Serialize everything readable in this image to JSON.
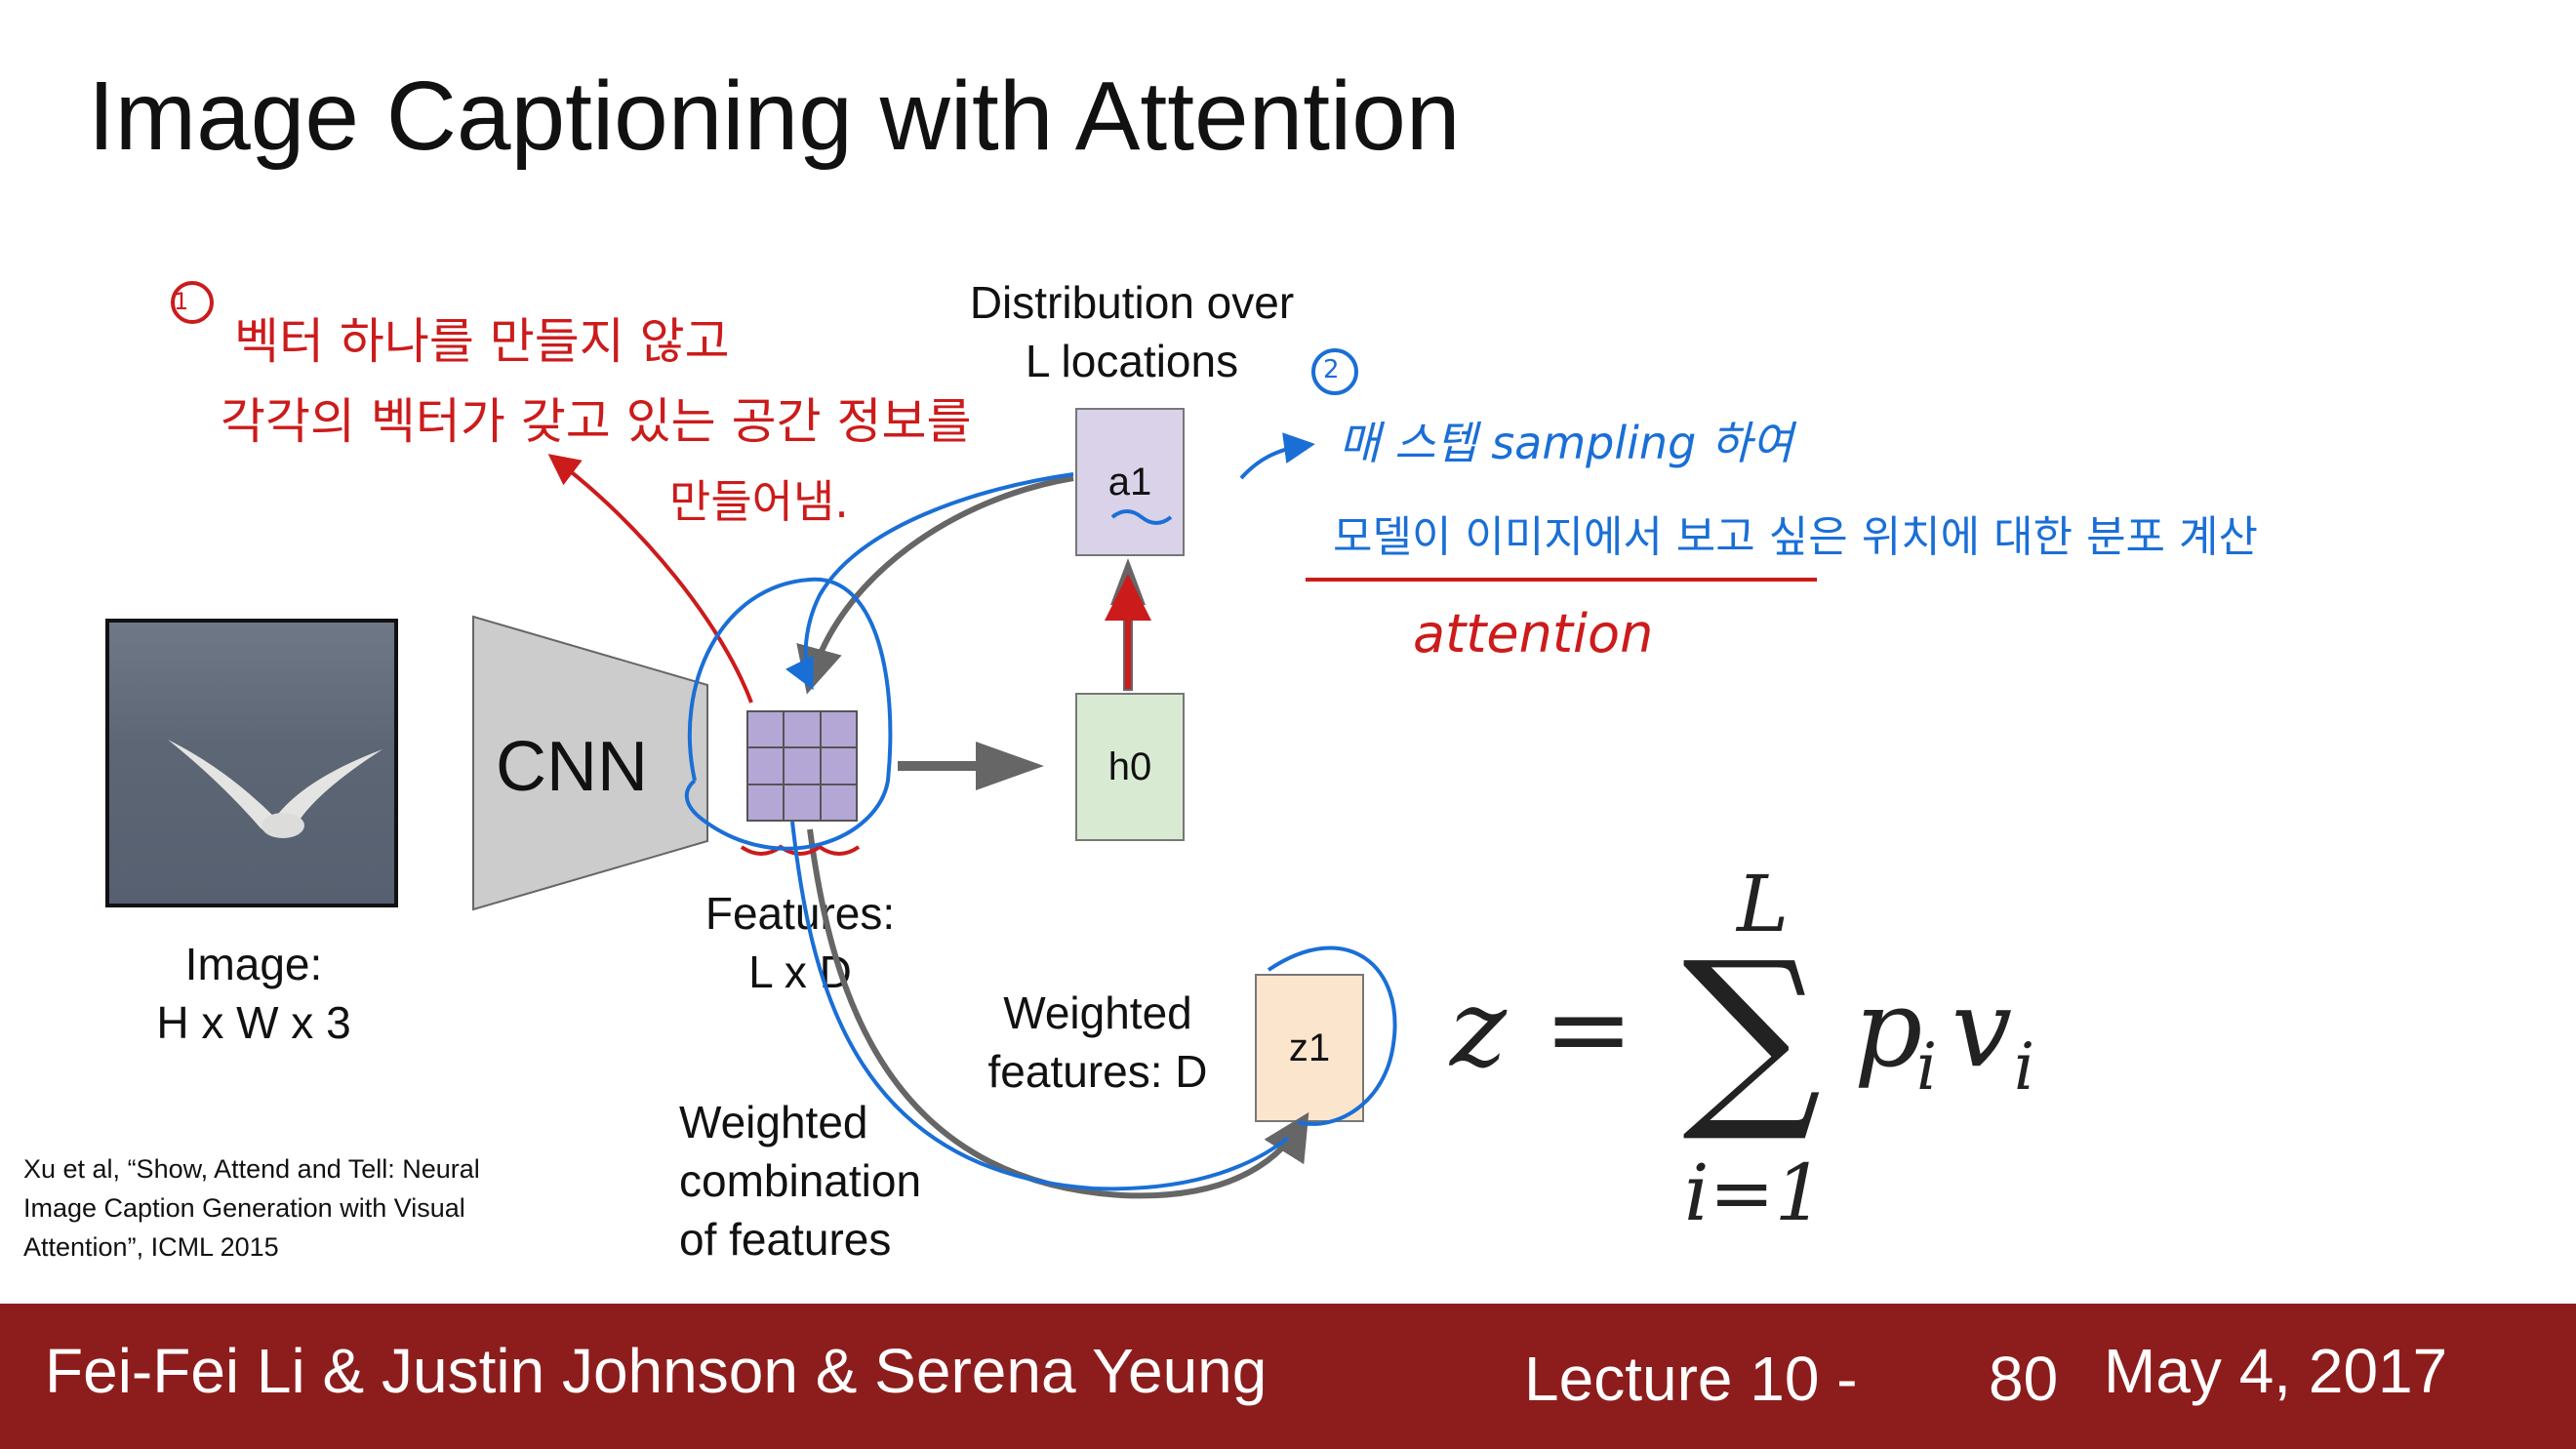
{
  "slide": {
    "title": "Image Captioning with Attention",
    "image_label_line1": "Image:",
    "image_label_line2": "H x W x 3",
    "cnn_label": "CNN",
    "features_line1": "Features:",
    "features_line2": "L x D",
    "dist_line1": "Distribution over",
    "dist_line2": "L locations",
    "a1": "a1",
    "h0": "h0",
    "z1": "z1",
    "weighted_feat_line1": "Weighted",
    "weighted_feat_line2": "features: D",
    "wcomb_line1": "Weighted",
    "wcomb_line2": "combination",
    "wcomb_line3": "of features",
    "citation_line1": "Xu et al, “Show, Attend and Tell: Neural",
    "citation_line2": "Image Caption Generation with Visual",
    "citation_line3": "Attention”, ICML 2015",
    "formula": {
      "lhs": "z",
      "eq": "=",
      "upper": "L",
      "sigma": "∑",
      "lower": "i=1",
      "p": "p",
      "i1": "i",
      "v": "v",
      "i2": "i"
    }
  },
  "annotations": {
    "red_circle_num": "1",
    "red_line1": "벡터 하나를 만들지 않고",
    "red_line2": "각각의 벡터가 갖고 있는 공간 정보를",
    "red_line3": "만들어냄.",
    "blue_circle_num": "2",
    "blue_line1": "매 스텝 sampling 하여",
    "blue_line2": "모델이 이미지에서 보고 싶은 위치에 대한 분포 계산",
    "attention_word": "attention"
  },
  "footer": {
    "authors": "Fei-Fei Li & Justin Johnson & Serena Yeung",
    "lecture": "Lecture 10 -",
    "page": "80",
    "date": "May 4, 2017"
  },
  "colors": {
    "footer_bg": "#8d1d1c",
    "feature_grid": "#b4a7d6",
    "a1_box": "#d9d2e9",
    "h0_box": "#d9ead3",
    "z1_box": "#fce5cd",
    "cnn_trapezoid": "#cccccc",
    "annotation_red": "#cc1b1b",
    "annotation_blue": "#1a6fd6"
  }
}
